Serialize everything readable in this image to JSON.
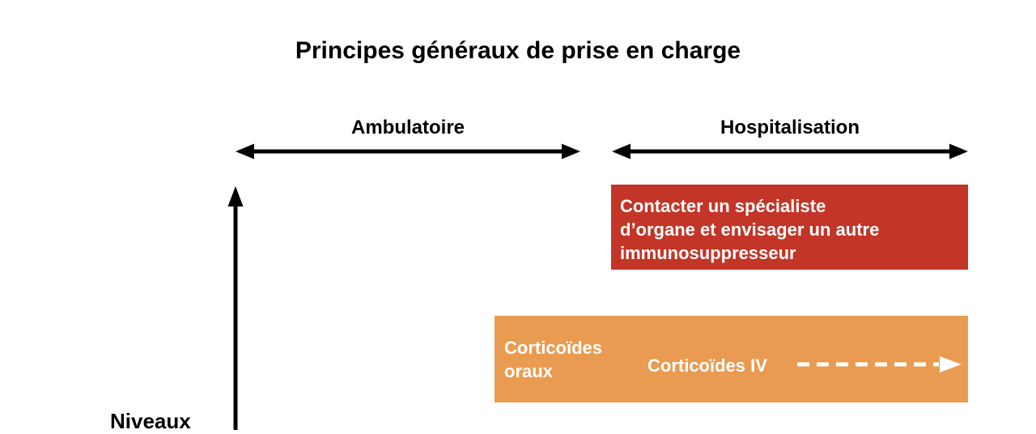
{
  "title": "Principes généraux de prise en charge",
  "axes": {
    "ambulatoire": "Ambulatoire",
    "hospitalisation": "Hospitalisation",
    "niveaux": "Niveaux"
  },
  "boxes": {
    "specialist": {
      "color": "#c23527",
      "lines": [
        "Contacter un spécialiste",
        "d’organe et envisager un autre",
        "immunosuppresseur"
      ]
    },
    "corticoides": {
      "color": "#e99b51",
      "oral_lines": [
        "Corticoïdes",
        "oraux"
      ],
      "iv_label": "Corticoïdes IV"
    }
  },
  "colors": {
    "arrow": "#000000",
    "box_text": "#ffffff"
  }
}
